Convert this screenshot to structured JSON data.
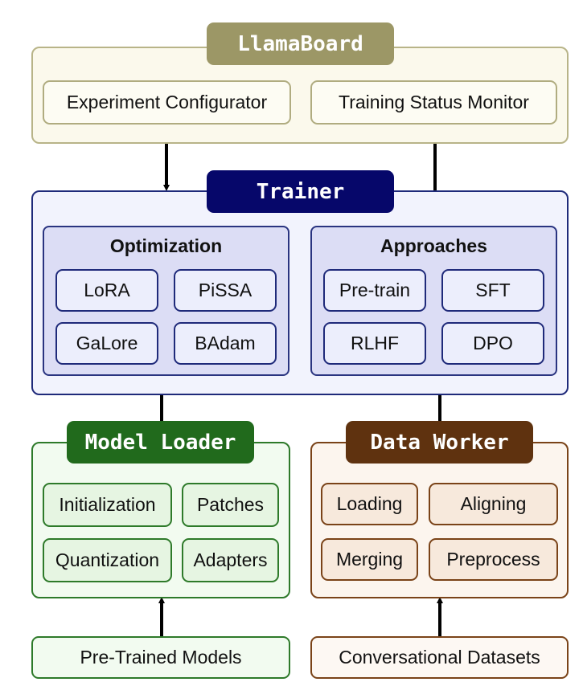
{
  "llamaboard": {
    "title": "LlamaBoard",
    "configurator": "Experiment Configurator",
    "monitor": "Training Status Monitor"
  },
  "trainer": {
    "title": "Trainer",
    "optimization": {
      "title": "Optimization",
      "items": [
        "LoRA",
        "PiSSA",
        "GaLore",
        "BAdam"
      ]
    },
    "approaches": {
      "title": "Approaches",
      "items": [
        "Pre-train",
        "SFT",
        "RLHF",
        "DPO"
      ]
    }
  },
  "model_loader": {
    "title": "Model Loader",
    "items": [
      "Initialization",
      "Patches",
      "Quantization",
      "Adapters"
    ]
  },
  "data_worker": {
    "title": "Data Worker",
    "items": [
      "Loading",
      "Aligning",
      "Merging",
      "Preprocess"
    ]
  },
  "inputs": {
    "models": "Pre-Trained Models",
    "datasets": "Conversational Datasets"
  },
  "colors": {
    "llamaboard": "#9c9766",
    "trainer": "#06076a",
    "model_loader": "#216a1c",
    "data_worker": "#5f320f"
  }
}
